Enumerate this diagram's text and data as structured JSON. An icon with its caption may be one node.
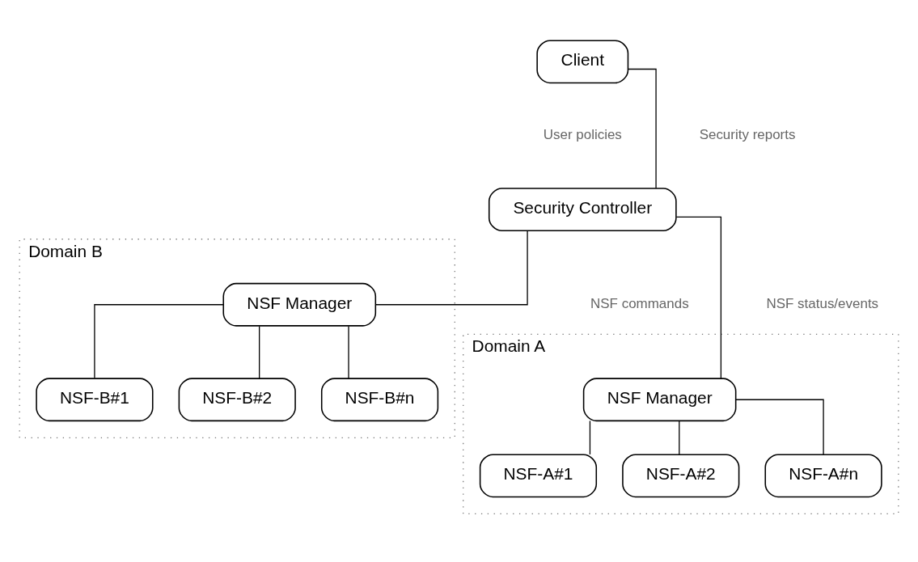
{
  "diagram": {
    "nodes": [
      {
        "text": [
          "Client"
        ]
      },
      {
        "text": [
          "Security Controller"
        ]
      },
      {
        "text": [
          "Domain A"
        ]
      },
      {
        "text": [
          "NSF Manager"
        ],
        "in": 2
      },
      {
        "text": [
          "NSF-A#1"
        ],
        "in": 2
      },
      {
        "text": [
          "NSF-A#2"
        ],
        "in": 2
      },
      {
        "text": [
          "NSF-A#n"
        ],
        "in": 2
      },
      {
        "text": [
          "Domain B"
        ]
      },
      {
        "text": [
          "NSF Manager"
        ],
        "in": 7
      },
      {
        "text": [
          "NSF-B#1"
        ],
        "in": 7
      },
      {
        "text": [
          "NSF-B#2"
        ],
        "in": 7
      },
      {
        "text": [
          "NSF-B#n"
        ],
        "in": 7
      }
    ],
    "edges": [
      {
        "from": 0,
        "to": 1,
        "arrow": "none"
      },
      {
        "from": 1,
        "to": 3,
        "arrow": "none"
      },
      {
        "from": 1,
        "to": 8,
        "arrow": "none"
      },
      {
        "from": 3,
        "to": 4,
        "arrow": "none"
      },
      {
        "from": 3,
        "to": 5,
        "arrow": "none"
      },
      {
        "from": 3,
        "to": 6,
        "arrow": "none"
      },
      {
        "from": 8,
        "to": 9,
        "arrow": "none"
      },
      {
        "from": 8,
        "to": 10,
        "arrow": "none"
      },
      {
        "from": 8,
        "to": 11,
        "arrow": "none"
      }
    ],
    "labels": [
      "User policies",
      "Security reports",
      "NSF commands",
      "NSF status/events"
    ]
  }
}
